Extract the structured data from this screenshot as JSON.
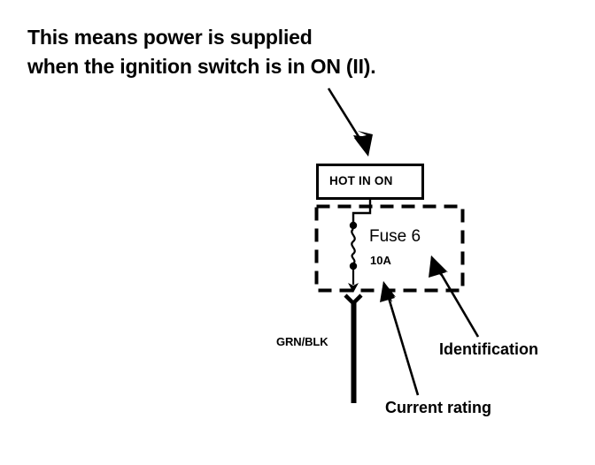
{
  "diagram": {
    "title_lines": [
      "This means power is supplied",
      "when the ignition switch is in ON (II)."
    ],
    "power_source_box": {
      "label": "HOT IN ON"
    },
    "fuse_block": {
      "name": "Fuse 6",
      "rating": "10A"
    },
    "wire": {
      "color_code": "GRN/BLK"
    },
    "callouts": [
      {
        "label": "Identification"
      },
      {
        "label": "Current rating"
      }
    ],
    "colors": {
      "ink": "#000000",
      "background": "#ffffff"
    }
  }
}
